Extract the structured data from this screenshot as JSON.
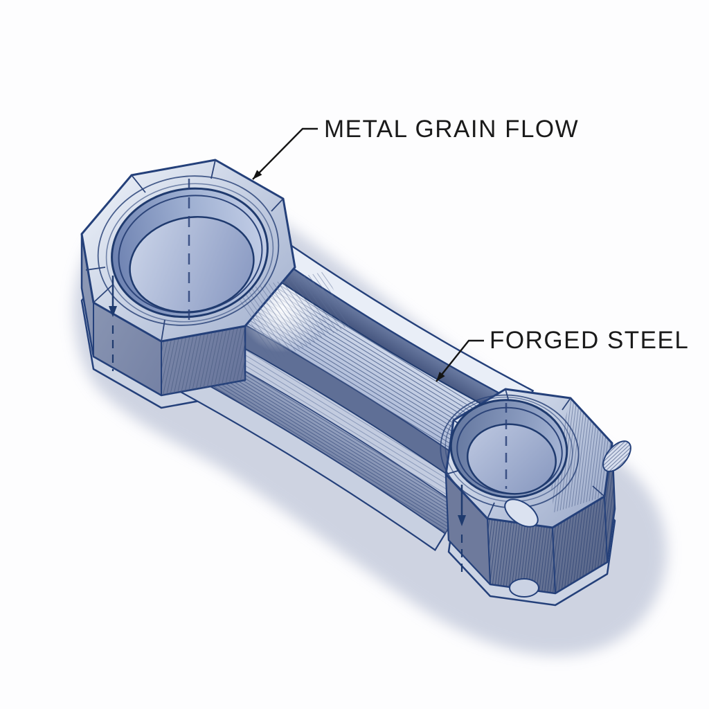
{
  "figure": {
    "type": "technical-illustration",
    "subject": "Forged steel connecting rod showing metal grain flow",
    "background_color": "#fdfdfe",
    "outline_color": "#24407a",
    "body_color_light": "#e8edf6",
    "body_color_mid": "#a9b6d3",
    "body_color_dark": "#66739a",
    "bore_color": "#8ca0c8",
    "shadow_color": "#c6ccdd",
    "label_color": "#1a1a1a",
    "labels": {
      "metal_grain_flow": "METAL GRAIN FLOW",
      "forged_steel": "FORGED STEEL"
    }
  }
}
